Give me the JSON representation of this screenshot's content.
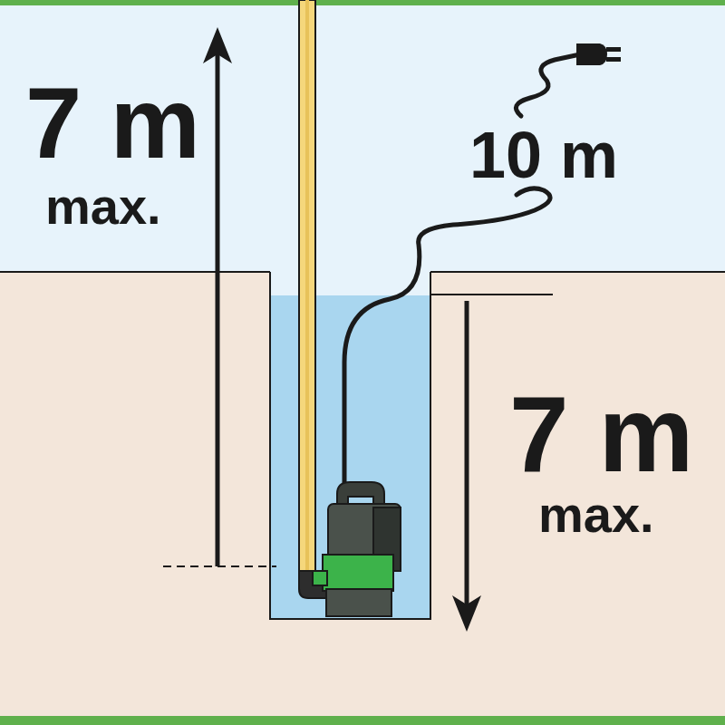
{
  "diagram": {
    "labels": [
      "7 m",
      "max.",
      "10 m",
      "7 m",
      "max."
    ]
  }
}
